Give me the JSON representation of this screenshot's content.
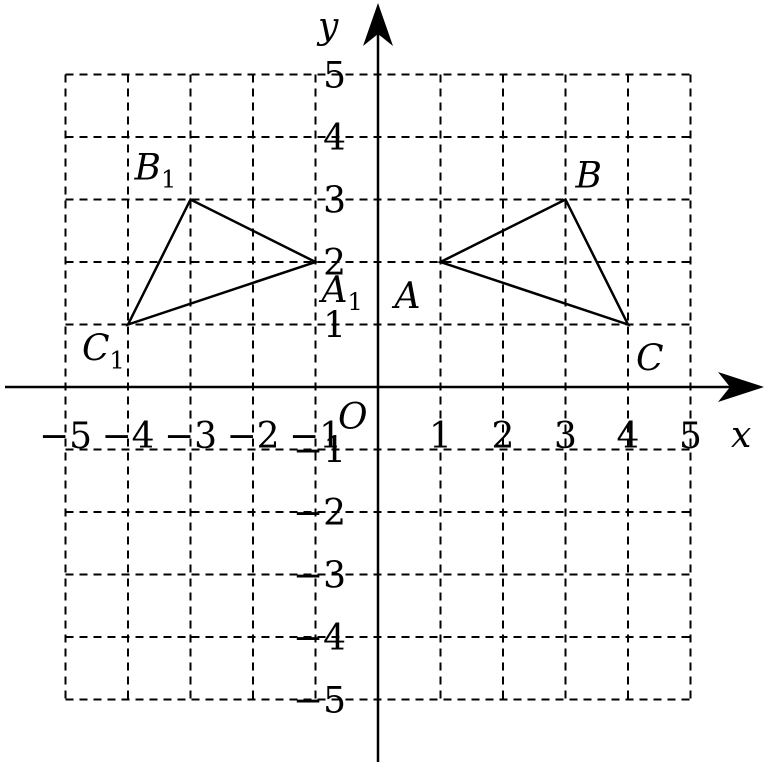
{
  "axes": {
    "x_label": "x",
    "y_label": "y",
    "origin_label": "O",
    "x_ticks": [
      {
        "value": -5,
        "label": "−5"
      },
      {
        "value": -4,
        "label": "−4"
      },
      {
        "value": -3,
        "label": "−3"
      },
      {
        "value": -2,
        "label": "−2"
      },
      {
        "value": -1,
        "label": "−1"
      },
      {
        "value": 1,
        "label": "1"
      },
      {
        "value": 2,
        "label": "2"
      },
      {
        "value": 3,
        "label": "3"
      },
      {
        "value": 4,
        "label": "4"
      },
      {
        "value": 5,
        "label": "5"
      }
    ],
    "y_ticks": [
      {
        "value": 5,
        "label": "5"
      },
      {
        "value": 4,
        "label": "4"
      },
      {
        "value": 3,
        "label": "3"
      },
      {
        "value": 2,
        "label": "2"
      },
      {
        "value": 1,
        "label": "1"
      },
      {
        "value": -1,
        "label": "−1"
      },
      {
        "value": -2,
        "label": "−2"
      },
      {
        "value": -3,
        "label": "−3"
      },
      {
        "value": -4,
        "label": "−4"
      },
      {
        "value": -5,
        "label": "−5"
      }
    ],
    "grid_range": [
      -5,
      5
    ]
  },
  "triangles": [
    {
      "name": "ABC",
      "points": [
        {
          "label": "A",
          "sub": "",
          "x": 1,
          "y": 2
        },
        {
          "label": "B",
          "sub": "",
          "x": 3,
          "y": 3
        },
        {
          "label": "C",
          "sub": "",
          "x": 4,
          "y": 1
        }
      ]
    },
    {
      "name": "A1B1C1",
      "points": [
        {
          "label": "A",
          "sub": "1",
          "x": -1,
          "y": 2
        },
        {
          "label": "B",
          "sub": "1",
          "x": -3,
          "y": 3
        },
        {
          "label": "C",
          "sub": "1",
          "x": -4,
          "y": 1
        }
      ]
    }
  ]
}
